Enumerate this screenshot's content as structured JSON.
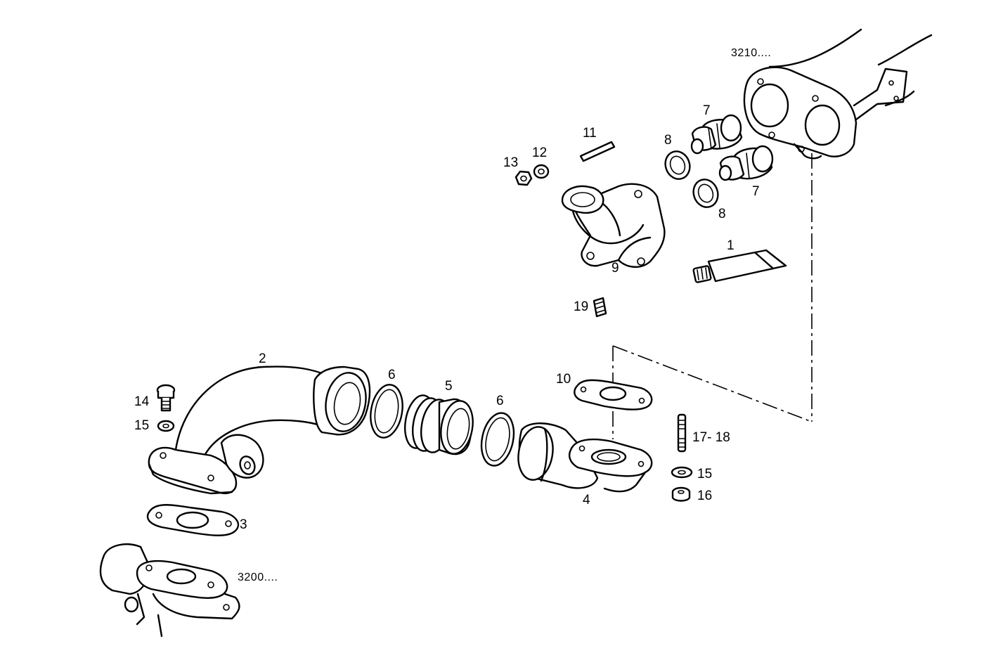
{
  "references": {
    "upper_assembly": "3210....",
    "lower_assembly": "3200...."
  },
  "labels": {
    "p1": "1",
    "p2": "2",
    "p3": "3",
    "p4": "4",
    "p5": "5",
    "p6a": "6",
    "p6b": "6",
    "p7a": "7",
    "p7b": "7",
    "p8a": "8",
    "p8b": "8",
    "p9": "9",
    "p10": "10",
    "p11": "11",
    "p12": "12",
    "p13": "13",
    "p14": "14",
    "p15a": "15",
    "p15b": "15",
    "p16": "16",
    "p17_18": "17- 18",
    "p19": "19"
  }
}
